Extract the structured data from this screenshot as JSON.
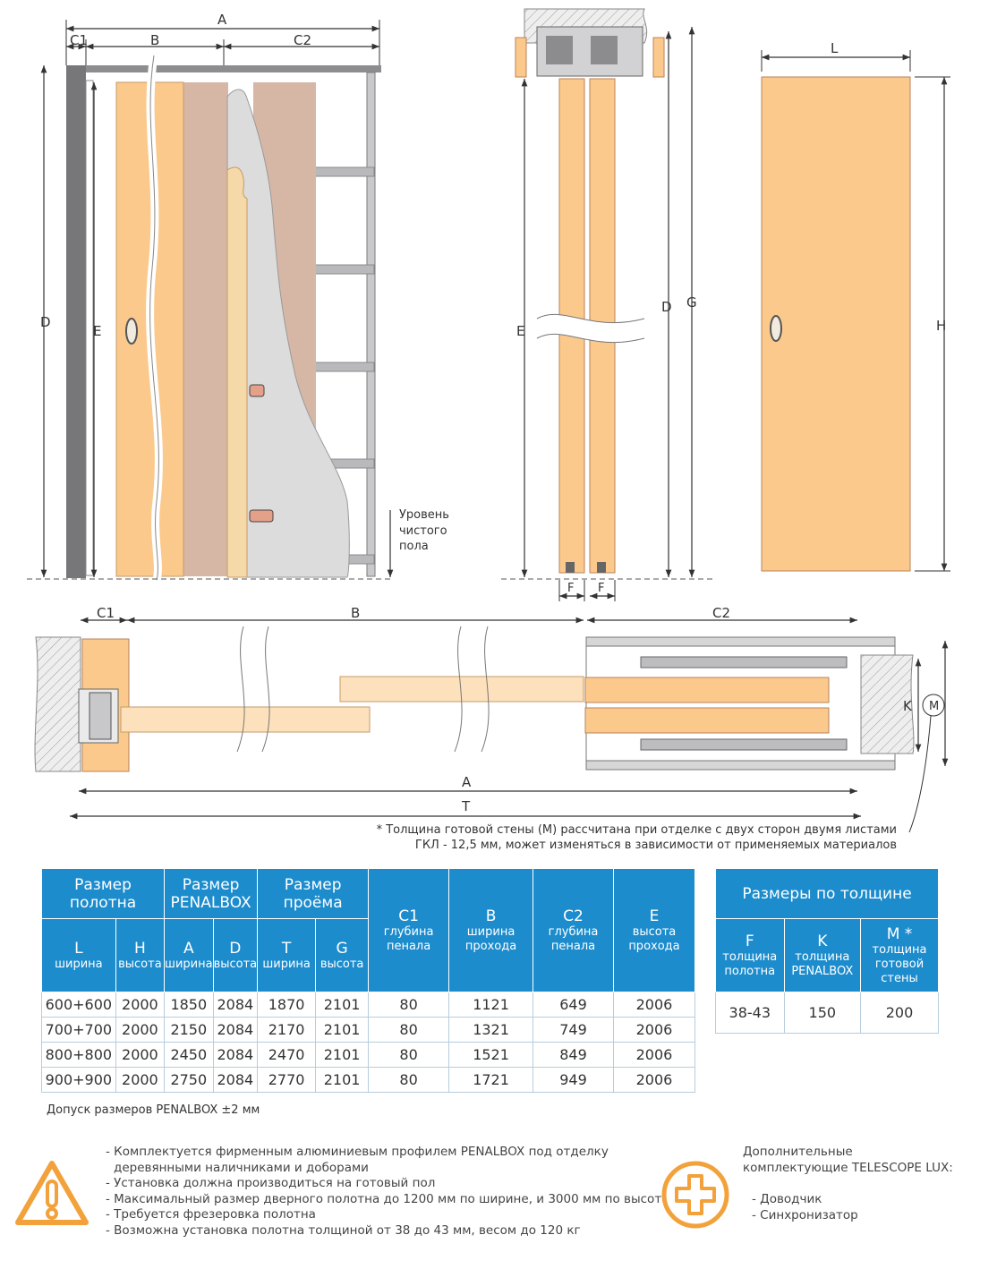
{
  "diagram_labels": {
    "front": {
      "A": "A",
      "B": "B",
      "C1": "C1",
      "C2": "C2",
      "D": "D",
      "E": "E",
      "floor": [
        "Уровень",
        "чистого",
        "пола"
      ]
    },
    "side": {
      "E": "E",
      "D": "D",
      "G": "G",
      "F1": "F",
      "F2": "F"
    },
    "leaf": {
      "L": "L",
      "H": "H"
    },
    "plan": {
      "C1": "C1",
      "B": "B",
      "C2": "C2",
      "A": "A",
      "T": "T",
      "K": "K",
      "M": "M"
    }
  },
  "wall_note": {
    "line1": "* Толщина готовой стены (М) рассчитана при отделке с двух сторон двумя листами",
    "line2": "ГКЛ - 12,5 мм, может изменяться в зависимости от применяемых материалов"
  },
  "main_table": {
    "groups": {
      "leaf": "Размер полотна",
      "penalbox": "Размер PENALBOX",
      "opening": "Размер проёма"
    },
    "cols": {
      "L": {
        "code": "L",
        "desc": "ширина"
      },
      "H": {
        "code": "H",
        "desc": "высота"
      },
      "A": {
        "code": "A",
        "desc": "ширина"
      },
      "D": {
        "code": "D",
        "desc": "высота"
      },
      "T": {
        "code": "T",
        "desc": "ширина"
      },
      "G": {
        "code": "G",
        "desc": "высота"
      },
      "C1": {
        "code": "C1",
        "desc": "глубина пенала"
      },
      "B": {
        "code": "B",
        "desc": "ширина прохода"
      },
      "C2": {
        "code": "C2",
        "desc": "глубина пенала"
      },
      "E": {
        "code": "E",
        "desc": "высота прохода"
      }
    },
    "rows": [
      {
        "L": "600+600",
        "H": "2000",
        "A": "1850",
        "D": "2084",
        "T": "1870",
        "G": "2101",
        "C1": "80",
        "B": "1121",
        "C2": "649",
        "E": "2006"
      },
      {
        "L": "700+700",
        "H": "2000",
        "A": "2150",
        "D": "2084",
        "T": "2170",
        "G": "2101",
        "C1": "80",
        "B": "1321",
        "C2": "749",
        "E": "2006"
      },
      {
        "L": "800+800",
        "H": "2000",
        "A": "2450",
        "D": "2084",
        "T": "2470",
        "G": "2101",
        "C1": "80",
        "B": "1521",
        "C2": "849",
        "E": "2006"
      },
      {
        "L": "900+900",
        "H": "2000",
        "A": "2750",
        "D": "2084",
        "T": "2770",
        "G": "2101",
        "C1": "80",
        "B": "1721",
        "C2": "949",
        "E": "2006"
      }
    ]
  },
  "thickness_table": {
    "title": "Размеры по толщине",
    "F": {
      "code": "F",
      "desc": "толщина полотна"
    },
    "K": {
      "code": "K",
      "desc": "толщина PENALBOX"
    },
    "M": {
      "code": "M *",
      "desc": "толщина готовой стены"
    },
    "values": {
      "F": "38-43",
      "K": "150",
      "M": "200"
    }
  },
  "tolerance": "Допуск размеров PENALBOX ±2 мм",
  "notes": [
    "- Комплектуется фирменным алюминиевым профилем PENALBOX под отделку деревянными наличниками и доборами",
    "- Установка должна производиться на готовый пол",
    "- Максимальный размер дверного полотна до 1200 мм по ширине, и 3000 мм по высоте",
    "- Требуется фрезеровка полотна",
    "- Возможна установка полотна толщиной от 38 до 43 мм, весом до 120 кг"
  ],
  "extras": {
    "title": "Дополнительные комплектующие TELESCOPE LUX:",
    "items": [
      "- Доводчик",
      "- Синхронизатор"
    ]
  },
  "colors": {
    "wood": "#fcc98c",
    "wood_edge": "#b8825a",
    "frame": "#7b7b7d",
    "board": "#d6b7a6",
    "header": "#1d8ccd",
    "orange": "#f2a13b"
  },
  "icons": {
    "warning": "warning-icon",
    "plus": "plus-icon"
  }
}
